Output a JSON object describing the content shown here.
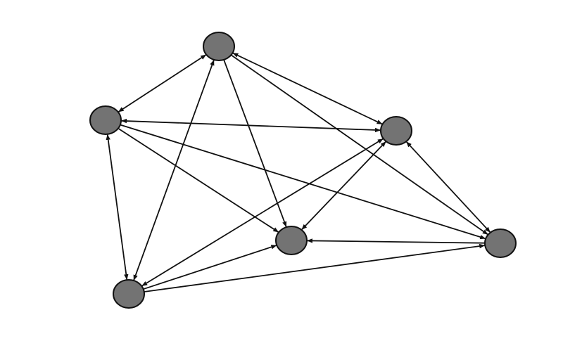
{
  "diagram": {
    "type": "directed-graph",
    "node_color": "#737373",
    "edge_color": "#111111",
    "nodes": [
      {
        "id": "A"
      },
      {
        "id": "B"
      },
      {
        "id": "C"
      },
      {
        "id": "D"
      },
      {
        "id": "E"
      },
      {
        "id": "F"
      }
    ],
    "edges": [
      {
        "from": "A",
        "to": "B",
        "bidirectional": true
      },
      {
        "from": "A",
        "to": "C",
        "bidirectional": true
      },
      {
        "from": "A",
        "to": "D",
        "bidirectional": false
      },
      {
        "from": "A",
        "to": "F",
        "bidirectional": true
      },
      {
        "from": "A",
        "to": "E",
        "bidirectional": false
      },
      {
        "from": "B",
        "to": "C",
        "bidirectional": true
      },
      {
        "from": "B",
        "to": "D",
        "bidirectional": false
      },
      {
        "from": "B",
        "to": "E",
        "bidirectional": false
      },
      {
        "from": "B",
        "to": "F",
        "bidirectional": true
      },
      {
        "from": "C",
        "to": "D",
        "bidirectional": true
      },
      {
        "from": "C",
        "to": "E",
        "bidirectional": true
      },
      {
        "from": "C",
        "to": "F",
        "bidirectional": true
      },
      {
        "from": "E",
        "to": "D",
        "bidirectional": false
      },
      {
        "from": "F",
        "to": "D",
        "bidirectional": false
      },
      {
        "from": "F",
        "to": "E",
        "bidirectional": false
      }
    ]
  }
}
